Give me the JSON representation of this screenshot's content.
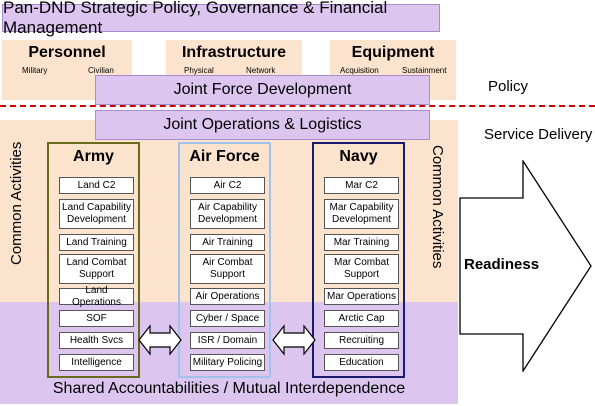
{
  "top_banner": "Pan-DND Strategic Policy, Governance & Financial Management",
  "domains": {
    "personnel": {
      "title": "Personnel",
      "sub_left": "Military",
      "sub_right": "Civilian"
    },
    "infrastructure": {
      "title": "Infrastructure",
      "sub_left": "Physical",
      "sub_right": "Network"
    },
    "equipment": {
      "title": "Equipment",
      "sub_left": "Acquisition",
      "sub_right": "Sustainment"
    }
  },
  "joint_force_development": "Joint Force Development",
  "policy_label": "Policy",
  "service_delivery_label": "Service Delivery",
  "joint_ops_logistics": "Joint Operations & Logistics",
  "common_activities_left": "Common Activities",
  "common_activities_right": "Common Activities",
  "columns": [
    {
      "title": "Army",
      "items": [
        "Land C2",
        "Land Capability Development",
        "Land Training",
        "Land Combat Support",
        "Land Operations",
        "SOF",
        "Health Svcs",
        "Intelligence"
      ]
    },
    {
      "title": "Air Force",
      "items": [
        "Air C2",
        "Air Capability Development",
        "Air Training",
        "Air Combat Support",
        "Air Operations",
        "Cyber / Space",
        "ISR / Domain",
        "Military Policing"
      ]
    },
    {
      "title": "Navy",
      "items": [
        "Mar C2",
        "Mar Capability Development",
        "Mar Training",
        "Mar Combat Support",
        "Mar Operations",
        "Arctic Cap",
        "Recruiting",
        "Education"
      ]
    }
  ],
  "readiness": "Readiness",
  "shared_accountabilities": "Shared Accountabilities / Mutual Interdependence",
  "colors": {
    "purple": "#dcc6f0",
    "peach": "#fbe3cd",
    "army_border": "#6b6b1e",
    "airforce_border": "#9fc3ea",
    "navy_border": "#1a1a6e",
    "divider": "#cc0000"
  }
}
